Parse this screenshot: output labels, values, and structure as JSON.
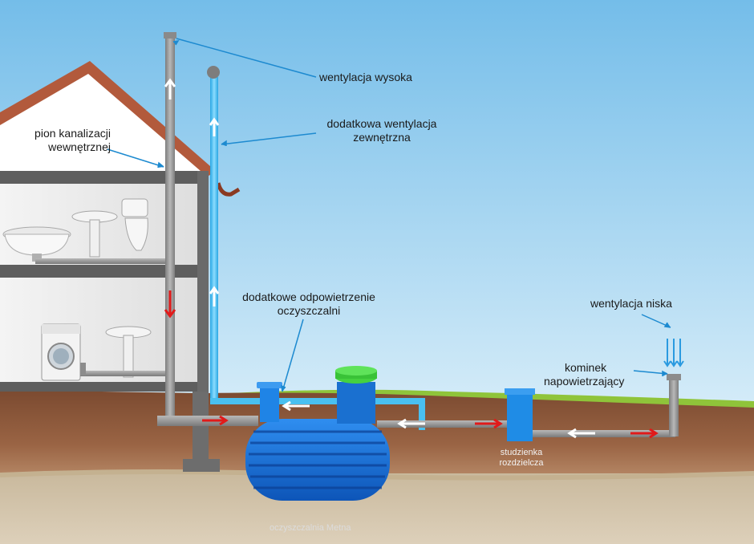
{
  "labels": {
    "high_vent": "wentylacja wysoka",
    "extra_vent_line1": "dodatkowa wentylacja",
    "extra_vent_line2": "zewnętrzna",
    "stack_line1": "pion kanalizacji",
    "stack_line2": "wewnętrznej",
    "plant_vent_line1": "dodatkowe odpowietrzenie",
    "plant_vent_line2": "oczyszczalni",
    "low_vent": "wentylacja niska",
    "chimney_line1": "kominek",
    "chimney_line2": "napowietrzający",
    "distribution_line1": "studzienka",
    "distribution_line2": "rozdzielcza",
    "plant": "oczyszczalnia Metna"
  },
  "colors": {
    "sky_top": "#7fc3ec",
    "sky_bottom": "#cbe7f7",
    "soil": "#8a5638",
    "sand": "#d4c5ac",
    "grass": "#8fc43a",
    "pipe_grey": "#9a9a9a",
    "pipe_blue": "#49c0f0",
    "tank_blue": "#1a73d6",
    "lid_green": "#3ccf3c",
    "arrow_red": "#e11a1a",
    "arrow_white": "#ffffff",
    "leader_line": "#1d8ad0"
  }
}
